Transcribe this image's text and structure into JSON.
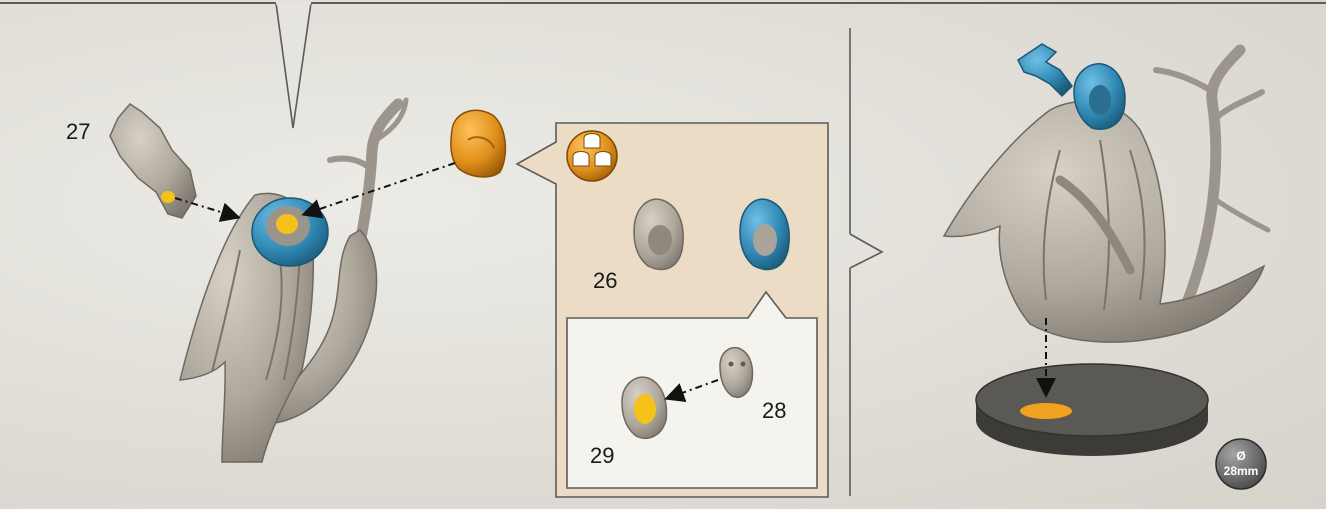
{
  "part_labels": {
    "p26": "26",
    "p27": "27",
    "p28": "28",
    "p29": "29"
  },
  "base_badge": {
    "symbol": "Ø",
    "size": "28mm"
  },
  "icons": {
    "option_badge": "three-heads-option-icon"
  },
  "colors": {
    "background": "#e2e0d9",
    "miniature_grey": "#b4ada3",
    "highlight_blue": "#2f87b3",
    "highlight_orange": "#e0901c",
    "glue_yellow": "#f4c21a",
    "panel_tan": "#ecdcc6",
    "frame_line": "#5b5b5b",
    "base_dark": "#4c4b46"
  }
}
